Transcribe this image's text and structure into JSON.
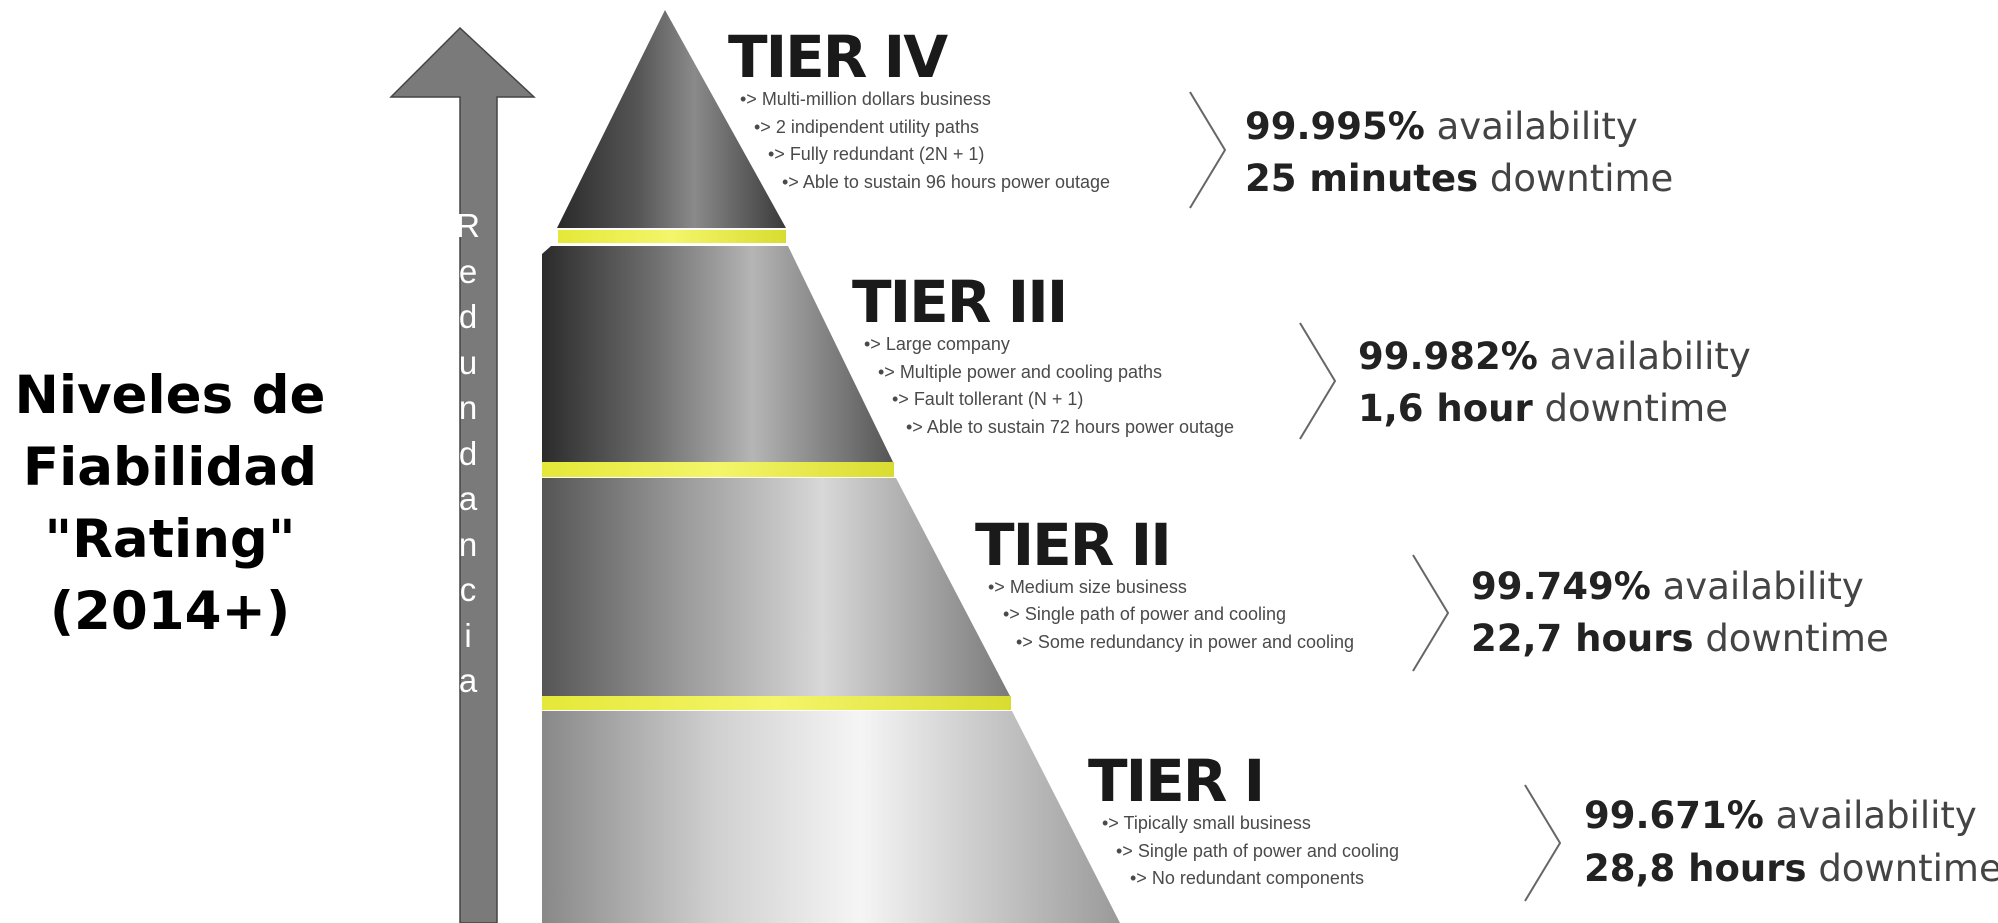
{
  "heading": {
    "lines": [
      "Niveles de",
      "Fiabilidad",
      "\"Rating\"",
      "(2014+)"
    ]
  },
  "arrow": {
    "label": "Redundancia",
    "letters": [
      "R",
      "e",
      "d",
      "u",
      "n",
      "d",
      "a",
      "n",
      "c",
      "i",
      "a"
    ]
  },
  "colors": {
    "arrow_fill": "#7a7a7a",
    "band_yellow": "#e8ea3a",
    "cone_dark": "#333333",
    "cone_light": "#f2f2f2"
  },
  "tiers": [
    {
      "title": "TIER IV",
      "bullets": [
        "•> Multi-million dollars business",
        "•> 2 indipendent utility paths",
        "•> Fully redundant (2N + 1)",
        "•> Able to sustain 96 hours power outage"
      ],
      "availability_value": "99.995%",
      "availability_label": "availability",
      "downtime_value": "25 minutes",
      "downtime_label": "downtime"
    },
    {
      "title": "TIER III",
      "bullets": [
        "•> Large company",
        "•> Multiple power and cooling paths",
        "•> Fault tollerant (N + 1)",
        "•> Able to sustain 72 hours power outage"
      ],
      "availability_value": "99.982%",
      "availability_label": "availability",
      "downtime_value": "1,6 hour",
      "downtime_label": "downtime"
    },
    {
      "title": "TIER II",
      "bullets": [
        "•> Medium size business",
        "•> Single path of power and cooling",
        "•> Some redundancy in power and cooling"
      ],
      "availability_value": "99.749%",
      "availability_label": "availability",
      "downtime_value": "22,7 hours",
      "downtime_label": "downtime"
    },
    {
      "title": "TIER I",
      "bullets": [
        "•> Tipically small business",
        "•> Single path of power and cooling",
        "•> No redundant components"
      ],
      "availability_value": "99.671%",
      "availability_label": "availability",
      "downtime_value": "28,8 hours",
      "downtime_label": "downtime"
    }
  ]
}
